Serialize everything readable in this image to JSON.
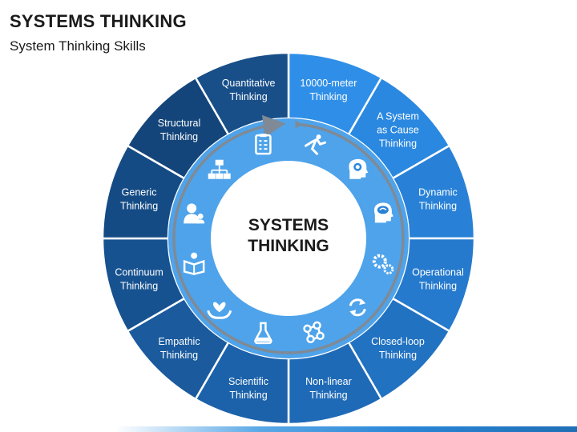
{
  "header": {
    "title": "SYSTEMS THINKING",
    "subtitle": "System Thinking Skills"
  },
  "center": {
    "line1": "SYSTEMS",
    "line2": "THINKING"
  },
  "segments": [
    {
      "lines": [
        "10000-meter",
        "Thinking"
      ],
      "icon": "runner-icon"
    },
    {
      "lines": [
        "A System",
        "as Cause",
        "Thinking"
      ],
      "icon": "head-gear-icon"
    },
    {
      "lines": [
        "Dynamic",
        "Thinking"
      ],
      "icon": "brain-head-icon"
    },
    {
      "lines": [
        "Operational",
        "Thinking"
      ],
      "icon": "gears-icon"
    },
    {
      "lines": [
        "Closed-loop",
        "Thinking"
      ],
      "icon": "cycle-arrows-icon"
    },
    {
      "lines": [
        "Non-linear",
        "Thinking"
      ],
      "icon": "molecule-icon"
    },
    {
      "lines": [
        "Scientific",
        "Thinking"
      ],
      "icon": "flask-icon"
    },
    {
      "lines": [
        "Empathic",
        "Thinking"
      ],
      "icon": "heart-hand-icon"
    },
    {
      "lines": [
        "Continuum",
        "Thinking"
      ],
      "icon": "reader-icon"
    },
    {
      "lines": [
        "Generic",
        "Thinking"
      ],
      "icon": "user-group-icon"
    },
    {
      "lines": [
        "Structural",
        "Thinking"
      ],
      "icon": "hierarchy-icon"
    },
    {
      "lines": [
        "Quantitative",
        "Thinking"
      ],
      "icon": "clipboard-icon"
    }
  ],
  "colors": {
    "segment_fills": [
      "#2f8fe8",
      "#2b88e0",
      "#2881d7",
      "#257acd",
      "#2272c2",
      "#1f6ab7",
      "#1c62aa",
      "#1a5a9d",
      "#175290",
      "#154b84",
      "#14457a",
      "#184f89"
    ],
    "ring": "#4ea3ea",
    "center": "#ffffff",
    "arrow": "#7f8a96",
    "text": "#ffffff"
  }
}
